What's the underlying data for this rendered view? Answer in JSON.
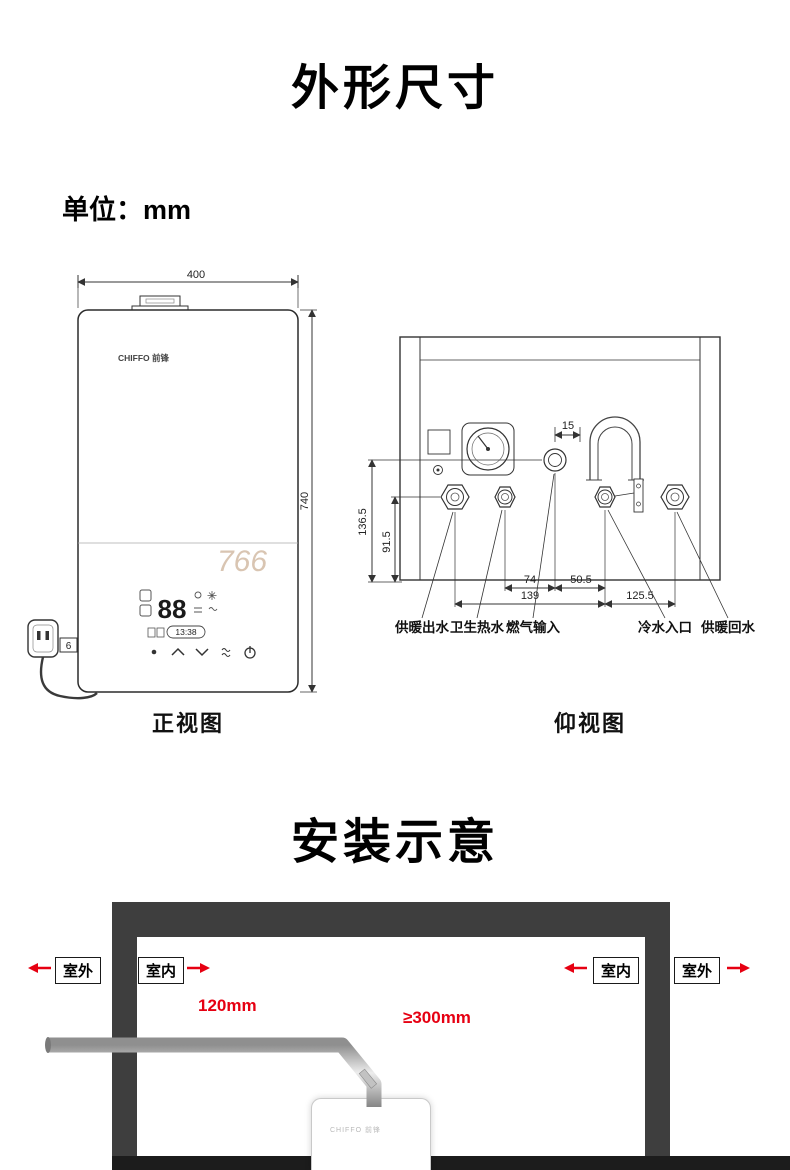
{
  "sections": {
    "dimensions_title": "外形尺寸",
    "unit_label": "单位：mm",
    "install_title": "安装示意"
  },
  "front_view": {
    "caption": "正视图",
    "dim_width": "400",
    "dim_height": "740",
    "brand_logo": "CHIFFO 前锋",
    "model_number": "766",
    "plug_callout": "6",
    "display": {
      "temp_digits": "88",
      "time_badge": "13:38"
    }
  },
  "bottom_view": {
    "caption": "仰视图",
    "dims": {
      "offset_15": "15",
      "height_136_5": "136.5",
      "height_91_5": "91.5",
      "span_74": "74",
      "span_50_5": "50.5",
      "span_139": "139",
      "span_125_5": "125.5"
    },
    "port_labels": [
      "供暖出水",
      "卫生热水",
      "燃气输入",
      "冷水入口",
      "供暖回水"
    ]
  },
  "installation": {
    "outdoor_left": "室外",
    "indoor_left": "室内",
    "indoor_right": "室内",
    "outdoor_right": "室外",
    "pipe_length": "120mm",
    "min_clearance": "≥300mm",
    "heater_brand": "CHIFFO 前锋"
  },
  "colors": {
    "accent_red": "#e60012",
    "wall_dark": "#3e3e3e",
    "floor_dark": "#1c1c1c",
    "model_tan": "#d9c5b2"
  }
}
